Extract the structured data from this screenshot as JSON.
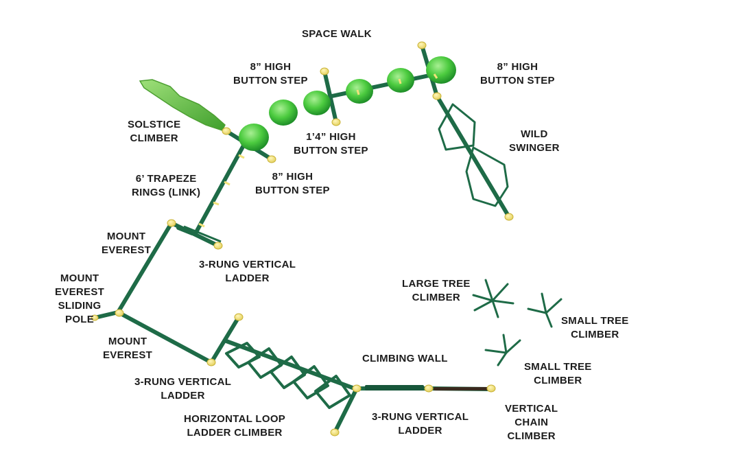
{
  "labels": {
    "space_walk": [
      "SPACE WALK"
    ],
    "button_step_8_top_left": [
      "8” HIGH",
      "BUTTON STEP"
    ],
    "button_step_8_top_right": [
      "8” HIGH",
      "BUTTON STEP"
    ],
    "solstice_climber": [
      "SOLSTICE",
      "CLIMBER"
    ],
    "button_step_14": [
      "1’4” HIGH",
      "BUTTON STEP"
    ],
    "wild_swinger": [
      "WILD",
      "SWINGER"
    ],
    "button_step_8_lower": [
      "8” HIGH",
      "BUTTON STEP"
    ],
    "trapeze_rings": [
      "6’ TRAPEZE",
      "RINGS (LINK)"
    ],
    "mount_everest_upper": [
      "MOUNT",
      "EVEREST"
    ],
    "vertical_ladder_upper": [
      "3-RUNG VERTICAL",
      "LADDER"
    ],
    "sliding_pole": [
      "MOUNT",
      "EVEREST",
      "SLIDING",
      "POLE"
    ],
    "large_tree_climber": [
      "LARGE TREE",
      "CLIMBER"
    ],
    "small_tree_climber_1": [
      "SMALL TREE",
      "CLIMBER"
    ],
    "mount_everest_lower": [
      "MOUNT",
      "EVEREST"
    ],
    "climbing_wall": [
      "CLIMBING WALL"
    ],
    "small_tree_climber_2": [
      "SMALL TREE",
      "CLIMBER"
    ],
    "vertical_ladder_left": [
      "3-RUNG VERTICAL",
      "LADDER"
    ],
    "horizontal_loop": [
      "HORIZONTAL LOOP",
      "LADDER CLIMBER"
    ],
    "vertical_ladder_right": [
      "3-RUNG VERTICAL",
      "LADDER"
    ],
    "vertical_chain": [
      "VERTICAL",
      "CHAIN",
      "CLIMBER"
    ]
  },
  "colors": {
    "frame": "#1e6b47",
    "frame_dark": "#134a30",
    "cap": "#f2e27a",
    "cap_edge": "#c9b236",
    "button_step": "#3fbf3a",
    "button_step_light": "#8fe57c",
    "solstice": "#5cbf3e",
    "label_text": "#1c1c1c"
  }
}
